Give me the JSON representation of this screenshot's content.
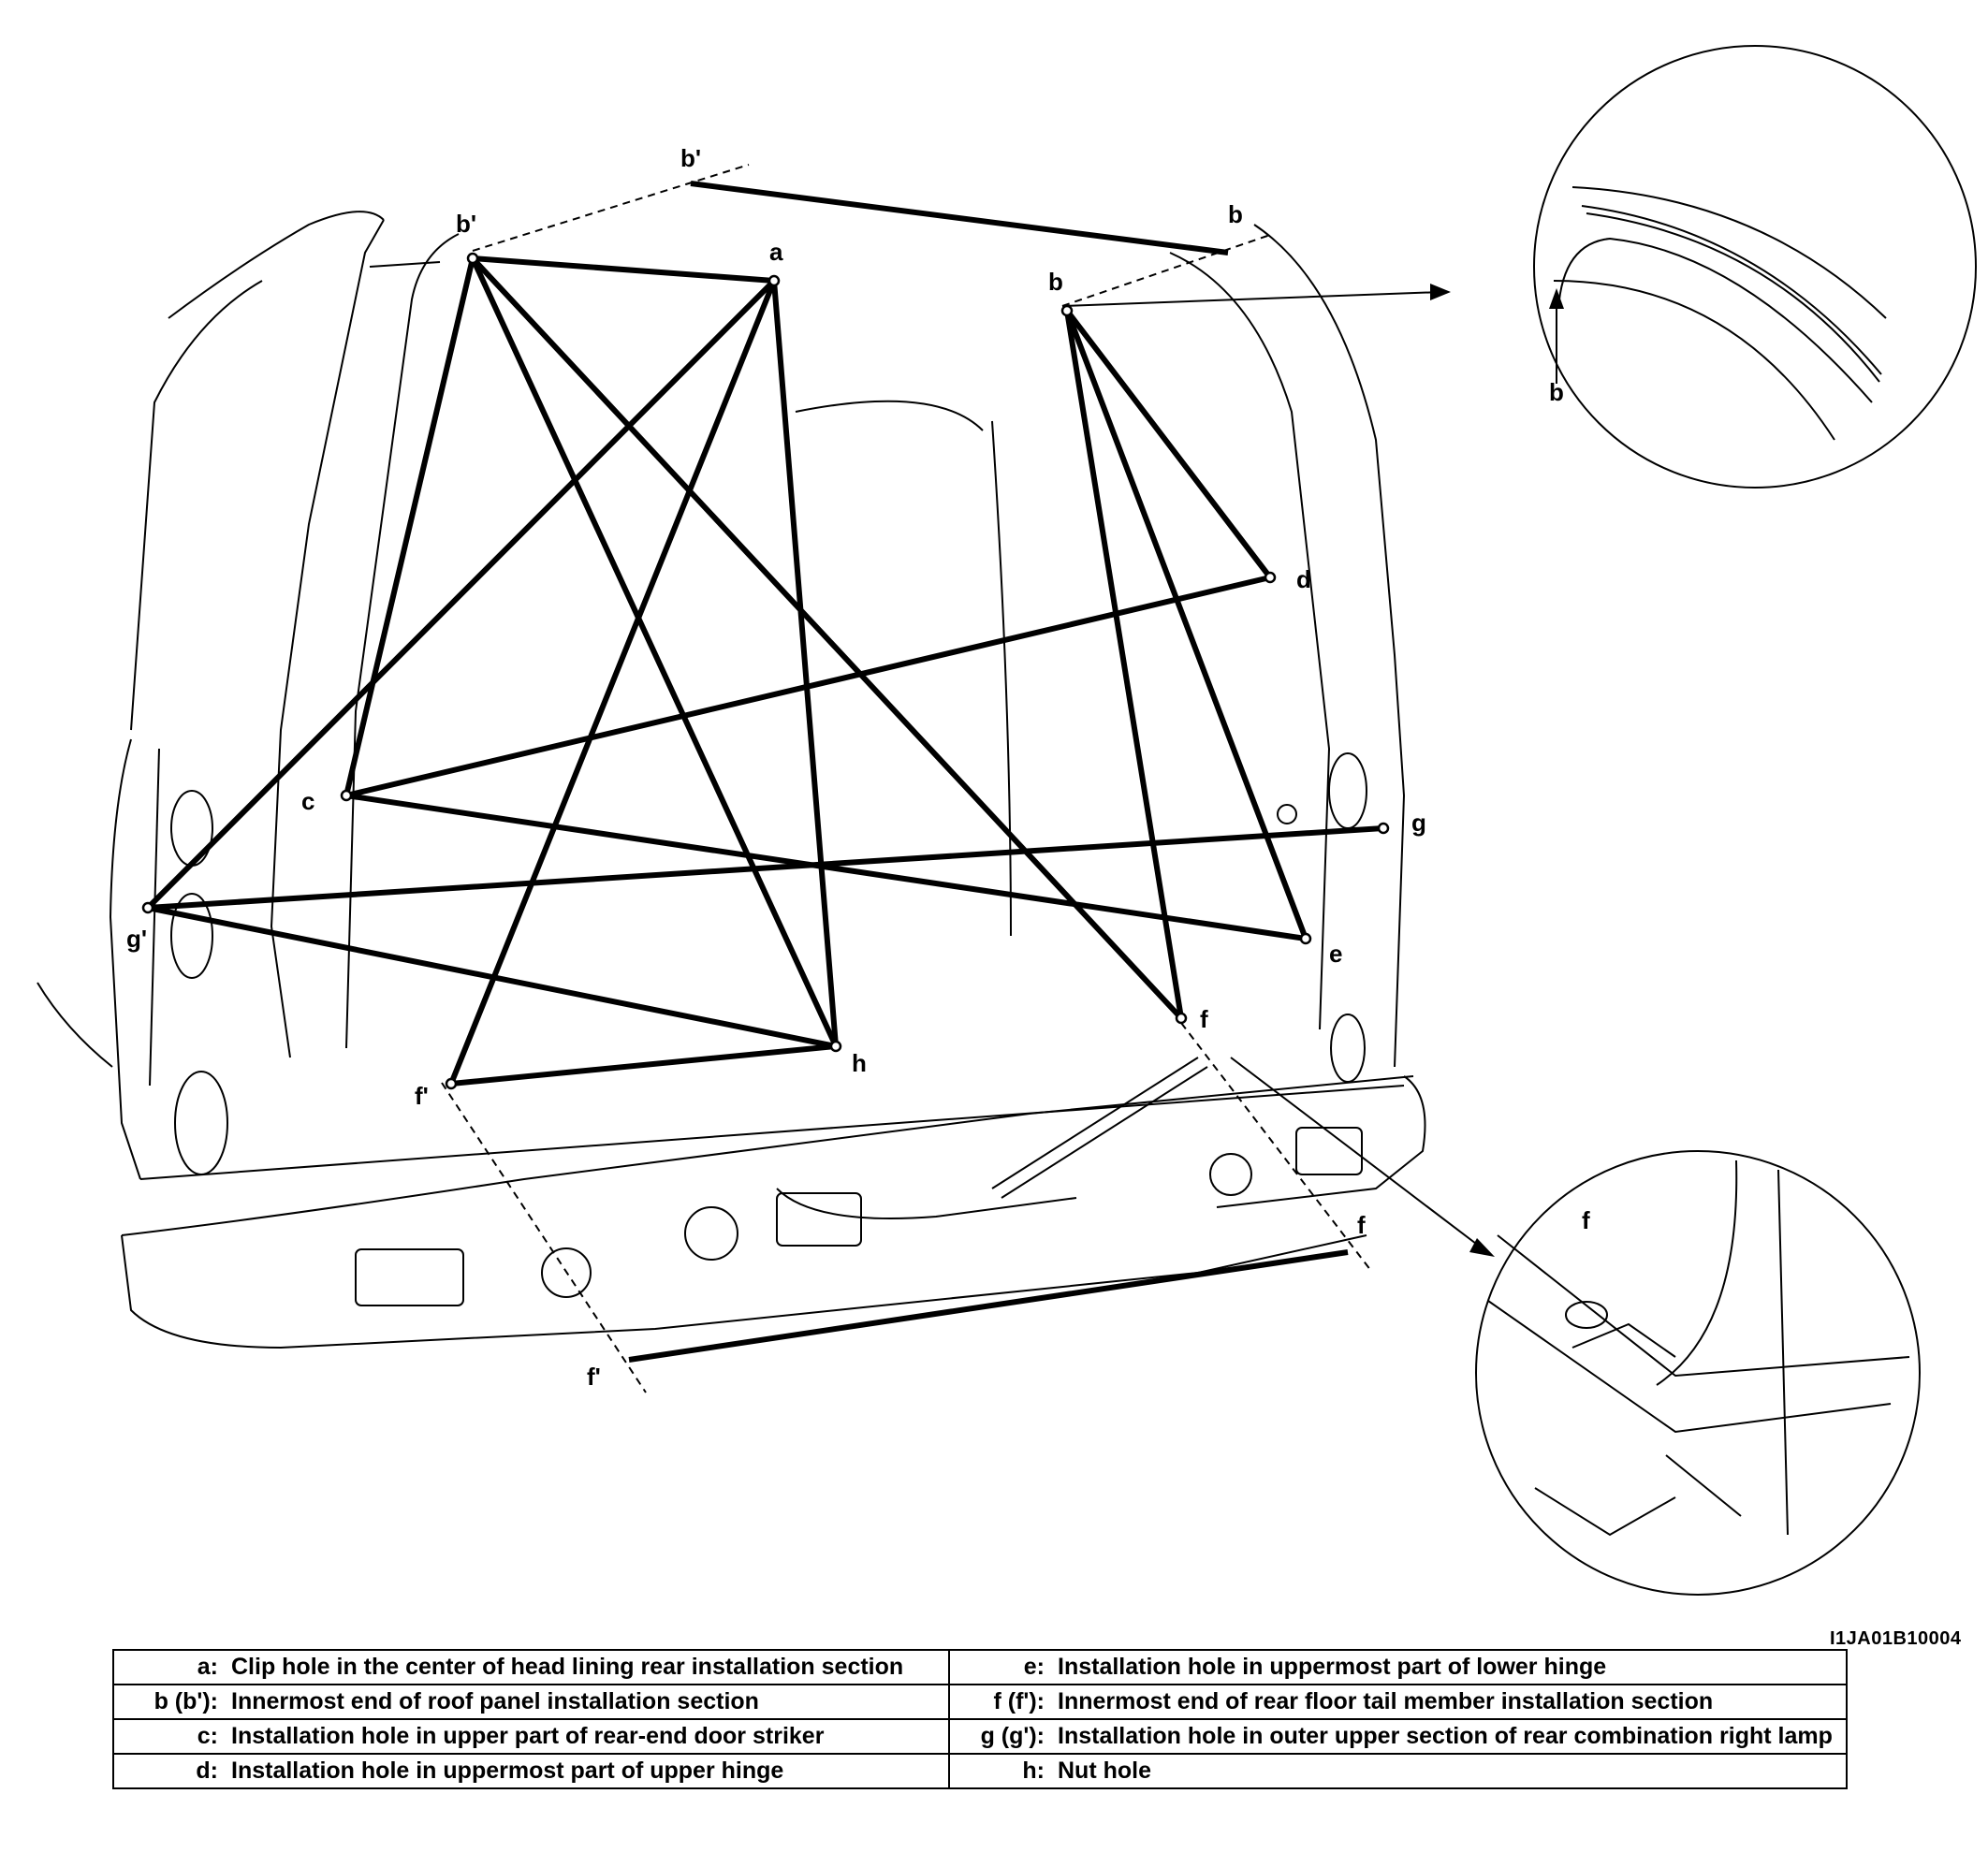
{
  "labels": {
    "b_prime_top": "b'",
    "b_top": "b",
    "b_prime": "b'",
    "a": "a",
    "b": "b",
    "c": "c",
    "d": "d",
    "e": "e",
    "f": "f",
    "f_prime": "f'",
    "g": "g",
    "g_prime": "g'",
    "h": "h",
    "f_bottom": "f",
    "f_prime_bottom": "f'",
    "detail_top_label": "b",
    "detail_bottom_label": "f"
  },
  "figure_id": "I1JA01B10004",
  "legend": [
    {
      "key": "a:",
      "desc": "Clip hole in the center of head lining rear installation section",
      "key2": "e:",
      "desc2": "Installation hole in uppermost part of lower hinge"
    },
    {
      "key": "b (b'):",
      "desc": "Innermost end of roof panel installation section",
      "key2": "f (f'):",
      "desc2": "Innermost end of rear floor tail member installation section"
    },
    {
      "key": "c:",
      "desc": "Installation hole in upper part of rear-end door striker",
      "key2": "g (g'):",
      "desc2": "Installation hole in outer upper section of rear combination right lamp"
    },
    {
      "key": "d:",
      "desc": "Installation hole in uppermost part of upper hinge",
      "key2": "h:",
      "desc2": "Nut hole"
    }
  ]
}
